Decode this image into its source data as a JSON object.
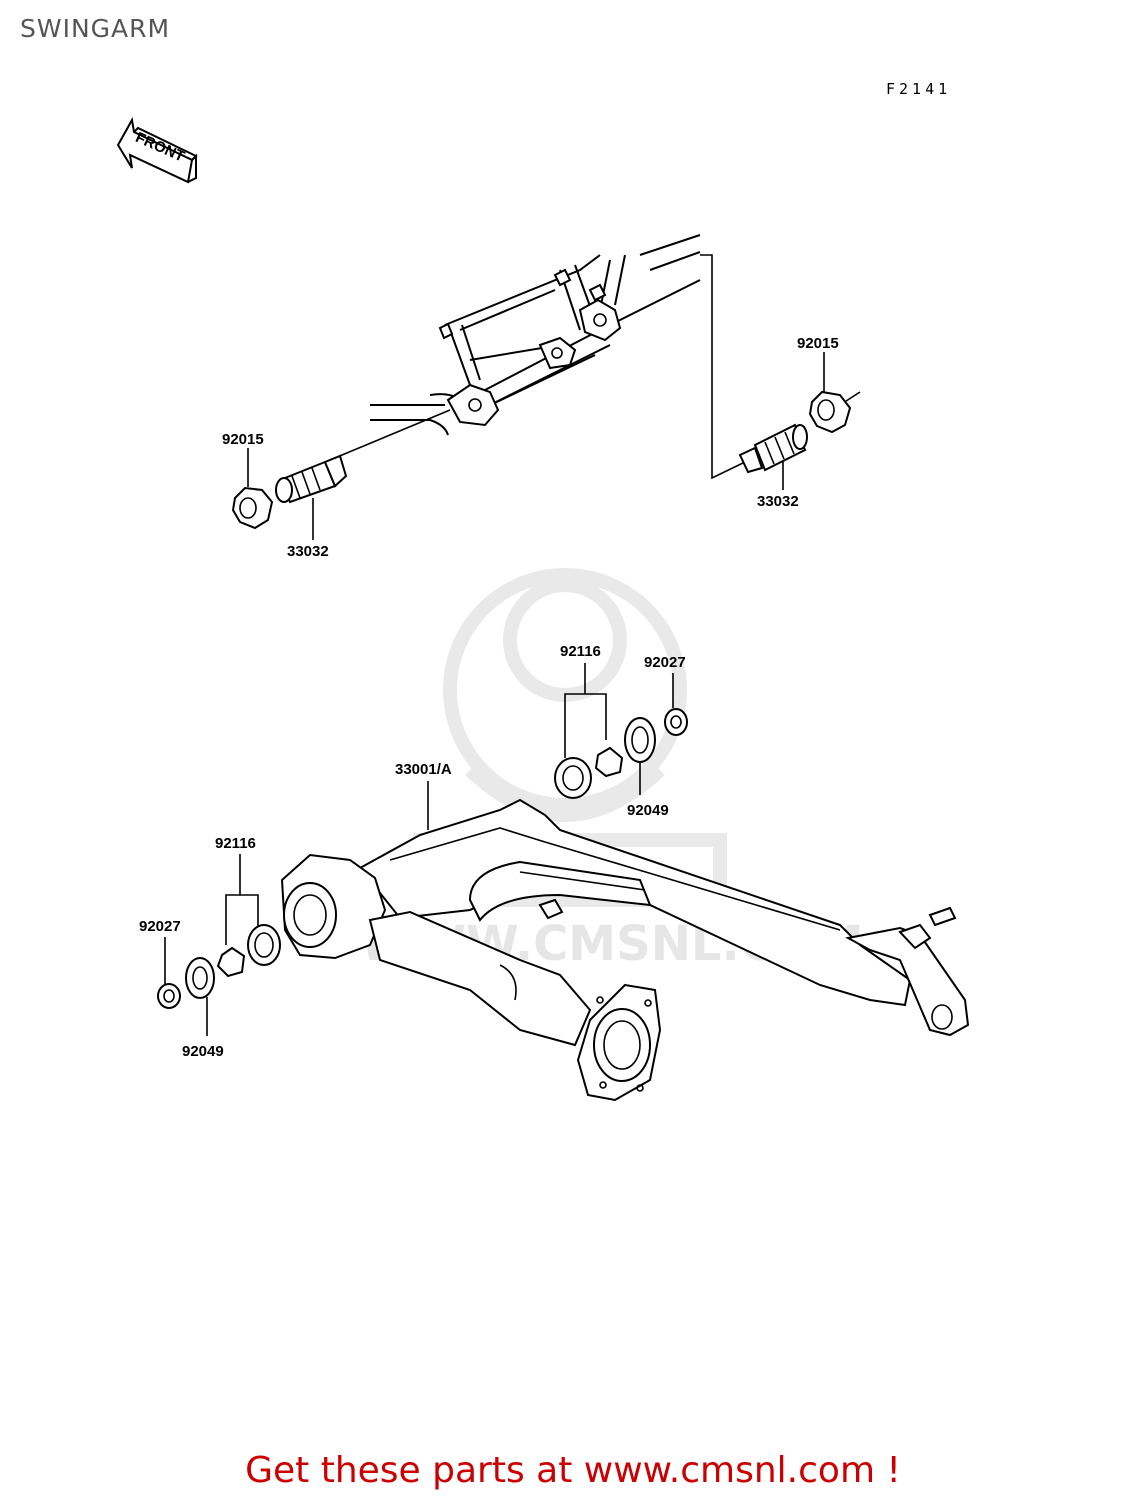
{
  "page_title": "SWINGARM",
  "figure_code": "F2141",
  "front_arrow_label": "FRONT",
  "watermark_text": "WWW.CMSNL.COM",
  "footer_text": "Get these parts at www.cmsnl.com !",
  "parts": {
    "nut_left": "92015",
    "pivot_left": "33032",
    "nut_right": "92015",
    "pivot_right": "33032",
    "bearing_top": "92116",
    "cap_top": "92027",
    "seal_top": "92049",
    "swingarm": "33001/A",
    "bearing_left": "92116",
    "cap_left": "92027",
    "seal_left": "92049"
  }
}
